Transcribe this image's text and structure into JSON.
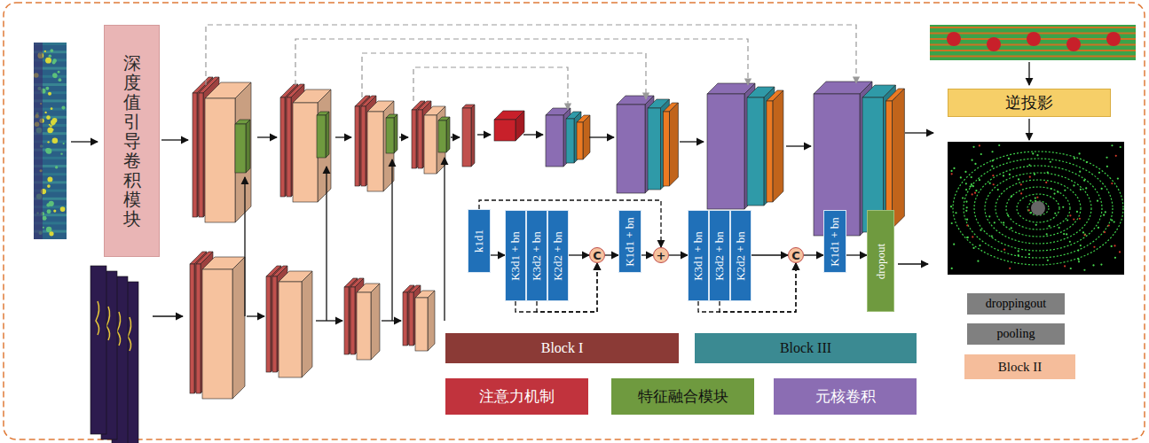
{
  "diagram": {
    "nodes": [
      {
        "text": [
          "深度值引导卷积模块"
        ]
      },
      {
        "text": [
          "逆投影"
        ]
      },
      {
        "text": [
          "k1d1"
        ]
      },
      {
        "text": [
          "K3d1 + bn"
        ]
      },
      {
        "text": [
          "K3d2 + bn"
        ]
      },
      {
        "text": [
          "K2d2 + bn"
        ]
      },
      {
        "text": [
          "C"
        ]
      },
      {
        "text": [
          "K1d1 + bn"
        ]
      },
      {
        "text": [
          "+"
        ]
      },
      {
        "text": [
          "K3d1 + bn"
        ]
      },
      {
        "text": [
          "K3d2 + bn"
        ]
      },
      {
        "text": [
          "K2d2 + bn"
        ]
      },
      {
        "text": [
          "C"
        ]
      },
      {
        "text": [
          "K1d1 + bn"
        ]
      },
      {
        "text": [
          "dropout"
        ]
      }
    ],
    "edges": [
      {
        "from": 2,
        "to": 3,
        "arrow": "to"
      },
      {
        "from": 3,
        "to": 6,
        "arrow": "to"
      },
      {
        "from": 4,
        "to": 6,
        "arrow": "to"
      },
      {
        "from": 5,
        "to": 6,
        "arrow": "to"
      },
      {
        "from": 6,
        "to": 7,
        "arrow": "to"
      },
      {
        "from": 7,
        "to": 8,
        "arrow": "to"
      },
      {
        "from": 2,
        "to": 8,
        "arrow": "to"
      },
      {
        "from": 8,
        "to": 9,
        "arrow": "to"
      },
      {
        "from": 9,
        "to": 12,
        "arrow": "to"
      },
      {
        "from": 10,
        "to": 12,
        "arrow": "to"
      },
      {
        "from": 11,
        "to": 12,
        "arrow": "to"
      },
      {
        "from": 12,
        "to": 13,
        "arrow": "to"
      },
      {
        "from": 13,
        "to": 14,
        "arrow": "to"
      }
    ],
    "legend": [
      {
        "text": "Block I",
        "color": "#8b3a36"
      },
      {
        "text": "Block III",
        "color": "#3b8a92"
      },
      {
        "text": "注意力机制",
        "color": "#c1333d"
      },
      {
        "text": "特征融合模块",
        "color": "#6f9a3f"
      },
      {
        "text": "元核卷积",
        "color": "#8b6db3"
      },
      {
        "text": "droppingout",
        "color": "#7f7f7f"
      },
      {
        "text": "pooling",
        "color": "#808080"
      },
      {
        "text": "Block II",
        "color": "#f5bd9b"
      }
    ]
  }
}
